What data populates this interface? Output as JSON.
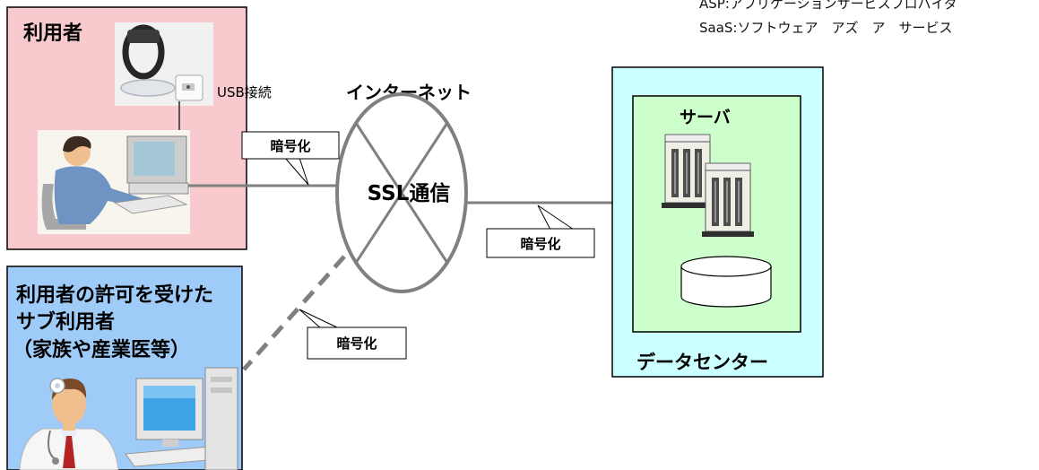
{
  "legend": {
    "asp": "ASP:アプリケーションサービスプロバイダ",
    "saas": "SaaS:ソフトウェア　アズ　ア　サービス"
  },
  "user_box": {
    "title": "利用者",
    "usb_label": "USB接続"
  },
  "internet": {
    "title": "インターネット",
    "ssl_label": "SSL通信"
  },
  "callouts": [
    {
      "label": "暗号化"
    },
    {
      "label": "暗号化"
    },
    {
      "label": "暗号化"
    }
  ],
  "datacenter": {
    "title": "データセンター",
    "server_label": "サーバ"
  },
  "sub_user": {
    "lines": [
      "利用者の許可を受けた",
      "サブ利用者",
      "（家族や産業医等）"
    ]
  },
  "colors": {
    "user_box": "#F9CACD",
    "datacenter": "#CCFFFF",
    "server_area": "#CCFFCC",
    "sub_user_box": "#9ECBF8",
    "connection_line": "#808080"
  },
  "icons": {
    "wearable": "wristband-device-icon",
    "user_pc": "person-at-computer-icon",
    "server": "server-rack-icon",
    "database": "database-cylinder-icon",
    "doctor": "doctor-icon",
    "desktop": "desktop-computer-icon"
  }
}
